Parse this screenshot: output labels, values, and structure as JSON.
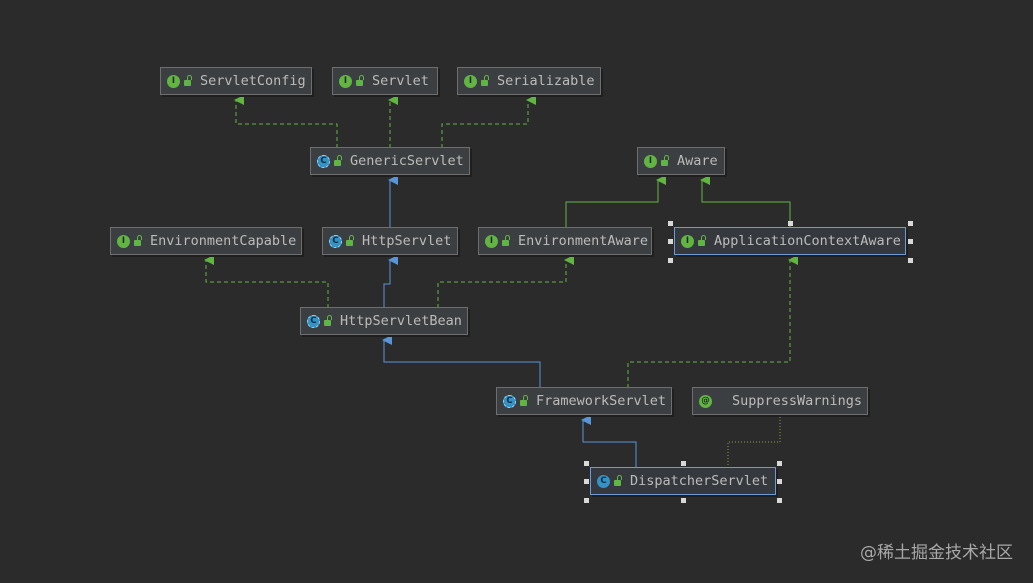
{
  "diagram": {
    "nodes": {
      "servlet_config": {
        "label": "ServletConfig",
        "kind": "interface",
        "icon": "interface-icon"
      },
      "servlet": {
        "label": "Servlet",
        "kind": "interface",
        "icon": "interface-icon"
      },
      "serializable": {
        "label": "Serializable",
        "kind": "interface",
        "icon": "interface-icon"
      },
      "generic_servlet": {
        "label": "GenericServlet",
        "kind": "abstract-class",
        "icon": "abstract-class-icon"
      },
      "aware": {
        "label": "Aware",
        "kind": "interface",
        "icon": "interface-icon"
      },
      "environment_capable": {
        "label": "EnvironmentCapable",
        "kind": "interface",
        "icon": "interface-icon"
      },
      "http_servlet": {
        "label": "HttpServlet",
        "kind": "abstract-class",
        "icon": "abstract-class-icon"
      },
      "environment_aware": {
        "label": "EnvironmentAware",
        "kind": "interface",
        "icon": "interface-icon"
      },
      "application_context_aware": {
        "label": "ApplicationContextAware",
        "kind": "interface",
        "icon": "interface-icon",
        "selected": true
      },
      "http_servlet_bean": {
        "label": "HttpServletBean",
        "kind": "abstract-class",
        "icon": "abstract-class-icon"
      },
      "framework_servlet": {
        "label": "FrameworkServlet",
        "kind": "abstract-class",
        "icon": "abstract-class-icon"
      },
      "suppress_warnings": {
        "label": "SuppressWarnings",
        "kind": "annotation",
        "icon": "annotation-icon"
      },
      "dispatcher_servlet": {
        "label": "DispatcherServlet",
        "kind": "class",
        "icon": "class-icon",
        "selected": true
      }
    },
    "badge_letters": {
      "interface": "I",
      "class": "C",
      "abstract": "C",
      "annotation": "@"
    },
    "colors": {
      "background": "#2b2b2b",
      "node_fill": "#3c3f41",
      "extends_edge": "#5896d8",
      "implements_edge": "#62b543",
      "annotation_edge": "#8aa24a",
      "selection_border": "#6b9bd6"
    }
  },
  "watermark": "@稀土掘金技术社区"
}
